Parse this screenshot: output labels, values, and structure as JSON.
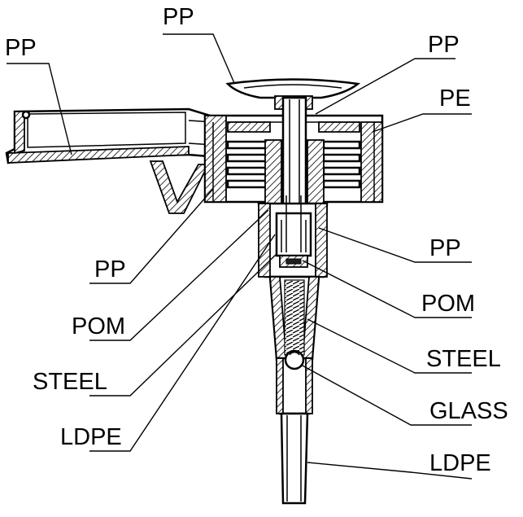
{
  "labels": {
    "top_center": "PP",
    "top_left": "PP",
    "right_1": "PP",
    "right_2": "PE",
    "right_3": "PP",
    "right_4": "POM",
    "right_5": "STEEL",
    "right_6": "GLASS",
    "right_7": "LDPE",
    "left_1": "PP",
    "left_2": "POM",
    "left_3": "STEEL",
    "left_4": "LDPE"
  }
}
